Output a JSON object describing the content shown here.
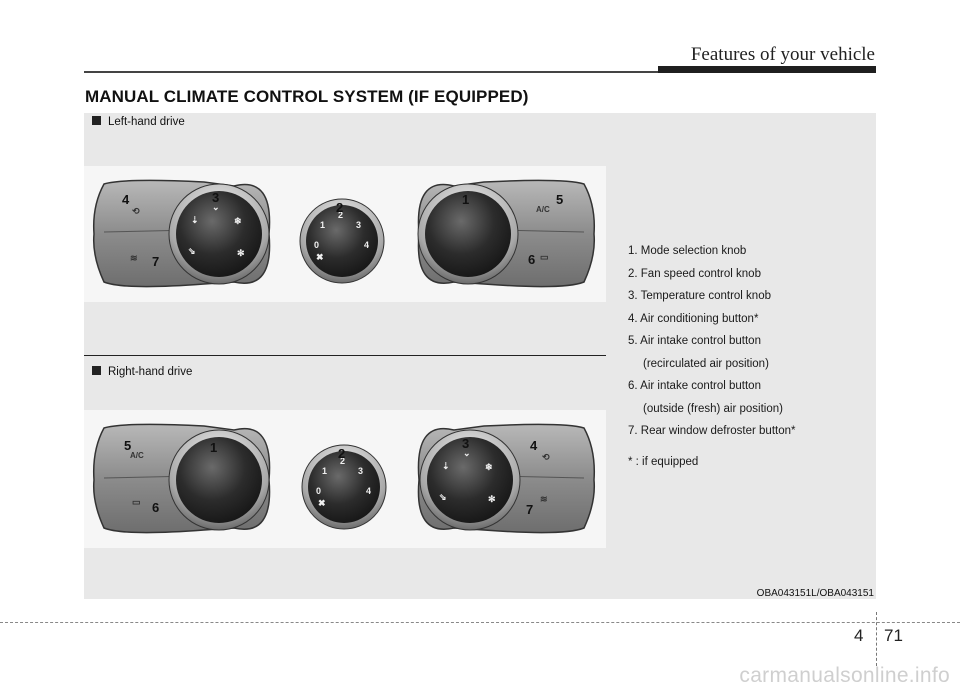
{
  "header": {
    "title": "Features of your vehicle"
  },
  "section_title": "MANUAL CLIMATE CONTROL SYSTEM (IF EQUIPPED)",
  "figure": {
    "lhd_caption": "Left-hand drive",
    "rhd_caption": "Right-hand drive",
    "code": "OBA043151L/OBA043151",
    "callout_numbers": [
      "1",
      "2",
      "3",
      "4",
      "5",
      "6",
      "7"
    ],
    "fan_labels": [
      "0",
      "1",
      "2",
      "3",
      "4"
    ],
    "ac_label": "A/C"
  },
  "legend": {
    "item1": "1. Mode selection knob",
    "item2": "2. Fan speed control knob",
    "item3": "3. Temperature control knob",
    "item4": "4. Air conditioning button*",
    "item5": "5. Air intake control button",
    "item5b": "(recirculated air position)",
    "item6": "6. Air intake control button",
    "item6b": "(outside (fresh) air position)",
    "item7": "7. Rear window defroster button*",
    "note": "* : if equipped"
  },
  "footer": {
    "chapter": "4",
    "page": "71",
    "watermark": "carmanualsonline.info"
  },
  "colors": {
    "panel_dark": "#2b2b2b",
    "panel_gray": "#9a9a9a",
    "figure_bg": "#e8e8e8"
  },
  "icons": [
    "square-bullet-icon",
    "mode-knob-icon",
    "fan-knob-icon",
    "temperature-knob-icon",
    "ac-button-icon",
    "recirculate-icon",
    "fresh-air-icon",
    "rear-defrost-icon"
  ]
}
